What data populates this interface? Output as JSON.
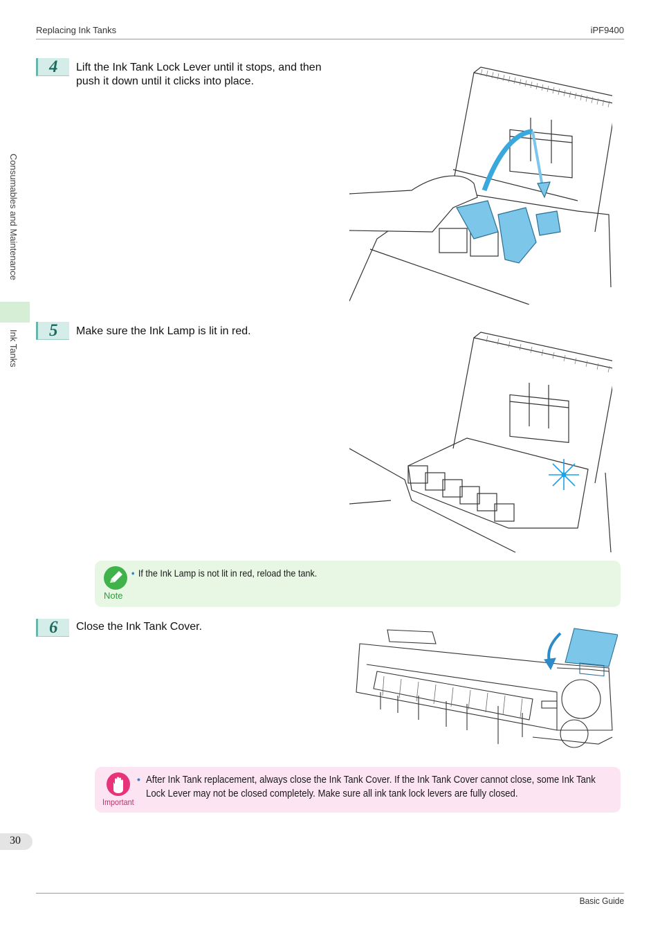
{
  "header": {
    "section": "Replacing Ink Tanks",
    "model": "iPF9400"
  },
  "sidebar": {
    "category": "Consumables and Maintenance",
    "section": "Ink Tanks"
  },
  "steps": [
    {
      "number": "4",
      "text": "Lift the Ink Tank Lock Lever until it stops, and then push it down until it clicks into place."
    },
    {
      "number": "5",
      "text": "Make sure the Ink Lamp is lit in red."
    },
    {
      "number": "6",
      "text": "Close the Ink Tank Cover."
    }
  ],
  "note": {
    "label": "Note",
    "bullet": "If the Ink Lamp is not lit in red, reload the tank."
  },
  "important": {
    "label": "Important",
    "bullet": "After Ink Tank replacement, always close the Ink Tank Cover. If the Ink Tank Cover cannot close, some Ink Tank Lock Lever may not be closed completely. Make sure all ink tank lock levers are fully closed."
  },
  "footer": {
    "page_number": "30",
    "guide": "Basic Guide"
  },
  "colors": {
    "step_badge": "#d4ede9",
    "note_bg": "#e8f7e4",
    "important_bg": "#fce4f3",
    "highlight_blue": "#7cc6ea",
    "ink_lamp": "#1aa3e8"
  }
}
